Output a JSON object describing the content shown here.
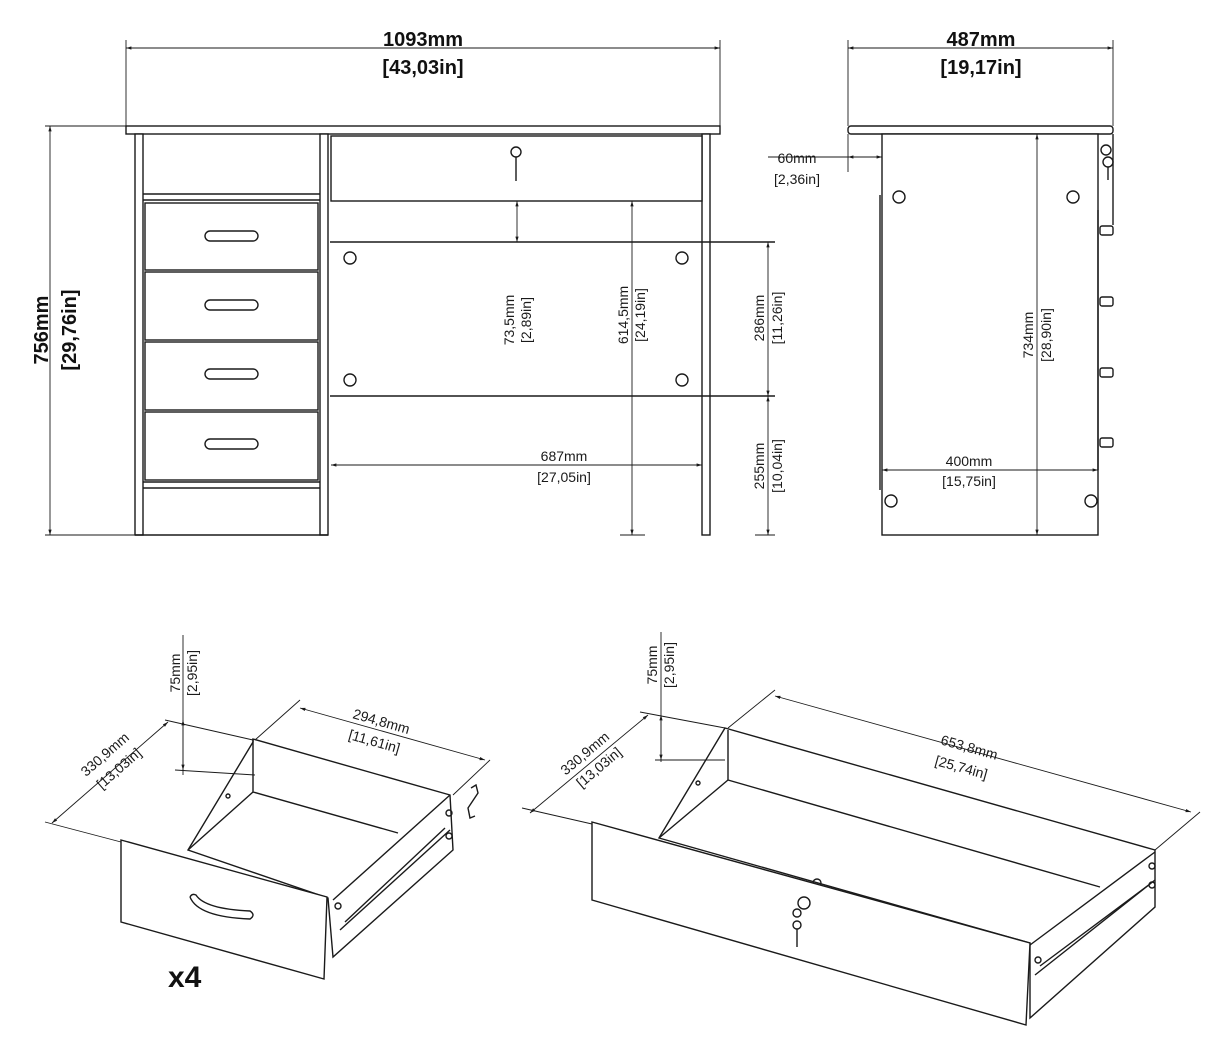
{
  "front_view": {
    "width": {
      "mm": "1093mm",
      "in": "[43,03in]"
    },
    "height": {
      "mm": "756mm",
      "in": "[29,76in]"
    },
    "drawer_gap": {
      "mm": "73,5mm",
      "in": "[2,89in]"
    },
    "knee_height": {
      "mm": "614,5mm",
      "in": "[24,19in]"
    },
    "back_panel": {
      "mm": "286mm",
      "in": "[11,26in]"
    },
    "floor_clearance": {
      "mm": "255mm",
      "in": "[10,04in]"
    },
    "knee_width": {
      "mm": "687mm",
      "in": "[27,05in]"
    }
  },
  "side_view": {
    "depth": {
      "mm": "487mm",
      "in": "[19,17in]"
    },
    "overhang": {
      "mm": "60mm",
      "in": "[2,36in]"
    },
    "inner_height": {
      "mm": "734mm",
      "in": "[28,90in]"
    },
    "inner_depth": {
      "mm": "400mm",
      "in": "[15,75in]"
    }
  },
  "small_drawer": {
    "height": {
      "mm": "75mm",
      "in": "[2,95in]"
    },
    "width": {
      "mm": "294,8mm",
      "in": "[11,61in]"
    },
    "depth": {
      "mm": "330,9mm",
      "in": "[13,03in]"
    },
    "quantity": "x4"
  },
  "large_drawer": {
    "height": {
      "mm": "75mm",
      "in": "[2,95in]"
    },
    "width": {
      "mm": "653,8mm",
      "in": "[25,74in]"
    },
    "depth": {
      "mm": "330,9mm",
      "in": "[13,03in]"
    }
  },
  "colors": {
    "line": "#1a1a1a",
    "background": "#ffffff"
  }
}
